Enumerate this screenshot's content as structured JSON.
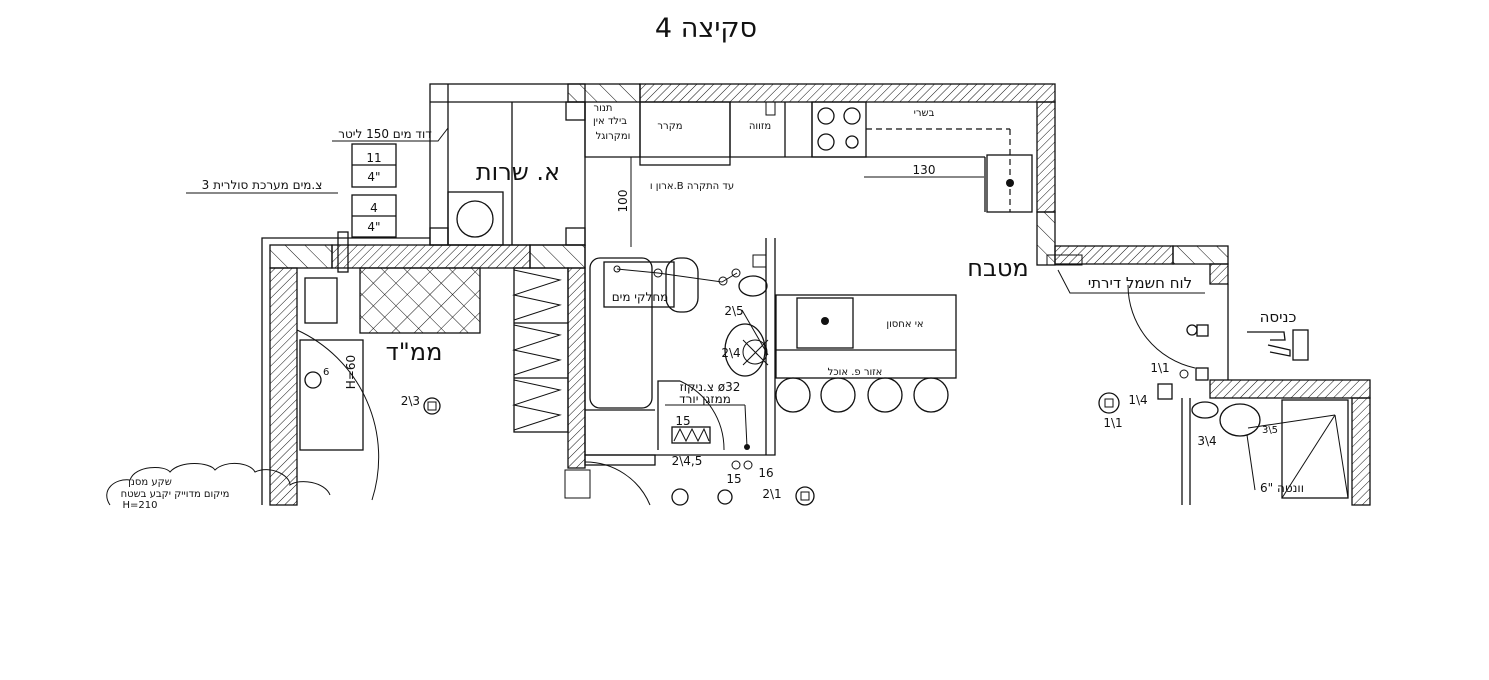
{
  "title": "סקיצה 4",
  "labels": {
    "boiler": "דוד מים 150 ליטר",
    "solar": "3 צ.מים מערכת סולרית",
    "box1_top": "11",
    "box1_bottom": "4\"",
    "box2_top": "4",
    "box2_bottom": "4\"",
    "service_room": "א. שרות",
    "oven_line1": "תנור",
    "oven_line2": "בילד אין",
    "oven_line3": "ומקרוגל",
    "fridge": "מקרר",
    "pantry": "מזווה",
    "meat": "בשרי",
    "dim_130": "130",
    "dim_100": "100",
    "cabinet": "ארון ו.B עד התקרה",
    "kitchen": "מטבח",
    "panel": "לוח חשמל דירתי",
    "entrance": "כניסה",
    "water_dist": "מחלקי מים",
    "b_2_5": "2\\5",
    "b_2_4": "2\\4",
    "drain_line1": "צ.ניקוז ø32",
    "drain_line2": "ממזגן יורד",
    "heater_15": "15",
    "b_2_4_5": "2\\4,5",
    "n15": "15",
    "n16": "16",
    "b_2_1": "2\\1",
    "island": "אי אחסון",
    "dining": "אזור פ. אוכל",
    "mamad": "ממ\"ד",
    "h60": "H=60",
    "n6": "6",
    "b_2_3": "2\\3",
    "filter_line1": "שקע מסנן",
    "filter_line2": "מיקום מדוייק יקבע בשטח",
    "filter_line3": "H=210",
    "e_1_1a": "1\\1",
    "e_1_4": "1\\4",
    "e_1_1b": "1\\1",
    "e_3_4": "3\\4",
    "e_3_5": "3\\5",
    "vent": "6\" וונטה"
  }
}
